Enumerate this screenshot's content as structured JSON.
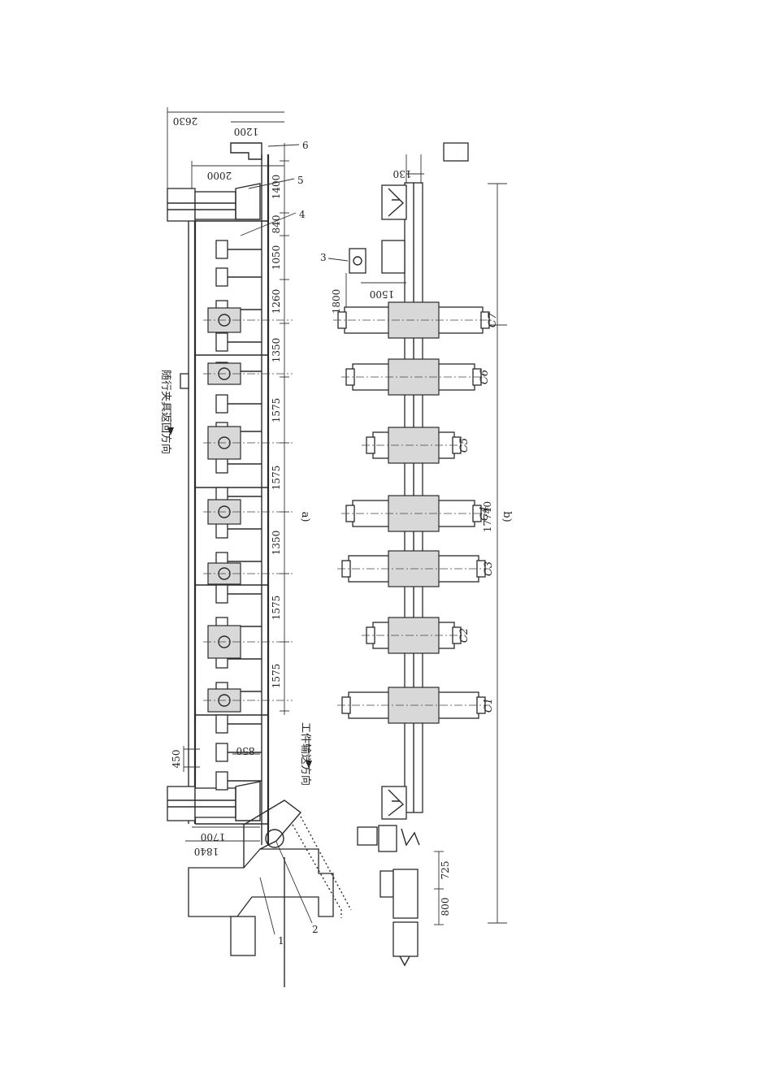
{
  "figure": {
    "part_a_label": "a)",
    "part_b_label": "b)",
    "return_direction_label": "随行夹具返回方向",
    "feed_direction_label": "工件输送方向"
  },
  "dims_a_top": [
    "2630",
    "1200",
    "2000"
  ],
  "dims_a_chain": [
    "1400",
    "840",
    "1050",
    "1260",
    "1350",
    "1575",
    "1575",
    "1350",
    "1575",
    "1575"
  ],
  "dims_a_bottom": [
    "1840",
    "1700",
    "450",
    "850"
  ],
  "callouts": [
    "1",
    "2",
    "3",
    "4",
    "5",
    "6"
  ],
  "dims_b": [
    "130",
    "1800",
    "1500",
    "17740",
    "725",
    "800"
  ],
  "stations": [
    "C1",
    "C2",
    "C3",
    "C4",
    "C5",
    "C6",
    "C7"
  ]
}
